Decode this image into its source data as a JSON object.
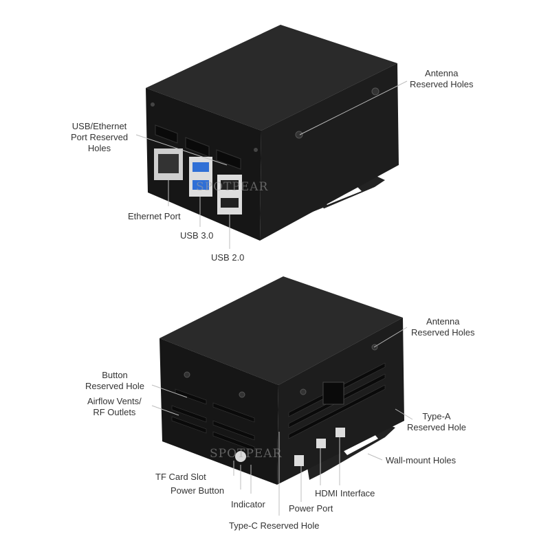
{
  "watermark": "SPOTPEAR",
  "colors": {
    "case_body": "#1a1a1a",
    "case_edge": "#0d0d0d",
    "leader": "#bdbdbd",
    "label_text": "#333333",
    "usb3_blue": "#2f6fd6"
  },
  "top_view": {
    "labels": {
      "antenna": [
        "Antenna",
        "Reserved Holes"
      ],
      "usb_ethernet_reserved": [
        "USB/Ethernet",
        "Port Reserved",
        "Holes"
      ],
      "ethernet_port": "Ethernet Port",
      "usb3": "USB 3.0",
      "usb2": "USB 2.0"
    }
  },
  "bottom_view": {
    "labels": {
      "antenna": [
        "Antenna",
        "Reserved Holes"
      ],
      "button_reserved": [
        "Button",
        "Reserved Hole"
      ],
      "airflow": [
        "Airflow Vents/",
        "RF Outlets"
      ],
      "typea_reserved": [
        "Type-A",
        "Reserved Hole"
      ],
      "wall_mount": "Wall-mount Holes",
      "tf_card": "TF Card Slot",
      "power_button": "Power Button",
      "indicator": "Indicator",
      "hdmi": "HDMI Interface",
      "power_port": "Power Port",
      "typec_reserved": "Type-C Reserved Hole"
    }
  }
}
